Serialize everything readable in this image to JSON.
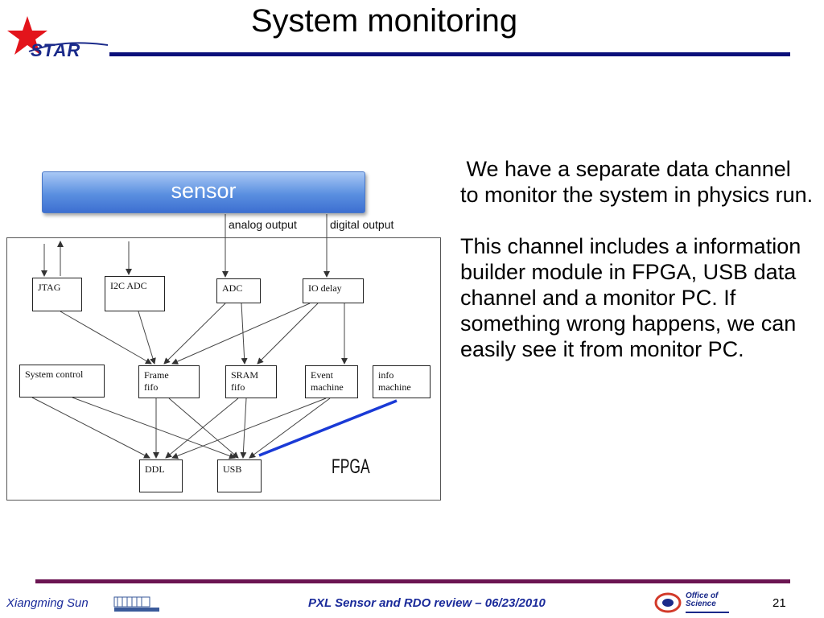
{
  "slide": {
    "title": "System monitoring",
    "logo_text": "STAR",
    "page_number": "21"
  },
  "diagram": {
    "sensor_label": "sensor",
    "analog_output": "analog output",
    "digital_output": "digital output",
    "fpga_label": "FPGA",
    "blocks": {
      "jtag": "JTAG",
      "i2c_adc": "I2C ADC",
      "adc": "ADC",
      "io_delay": "IO delay",
      "system_control": "System control",
      "frame_fifo_1": "Frame",
      "frame_fifo_2": "fifo",
      "sram_fifo_1": "SRAM",
      "sram_fifo_2": "fifo",
      "event_machine_1": "Event",
      "event_machine_2": "machine",
      "info_machine_1": "info",
      "info_machine_2": "machine",
      "ddl": "DDL",
      "usb": "USB"
    },
    "colors": {
      "sensor": "#5a8fe0",
      "highlight_wire": "#1a3ad6",
      "rule_top": "#0a0f7a",
      "rule_bottom": "#6b1552"
    }
  },
  "body": {
    "paragraph_1": " We have a separate data channel to monitor the system in physics run.",
    "paragraph_2": "This channel includes a information builder module in FPGA, USB data channel and a monitor PC. If something wrong happens, we can easily see it from monitor PC."
  },
  "footer": {
    "author": "Xiangming Sun",
    "conference": "PXL Sensor and RDO review – 06/23/2010",
    "doe_line_1": "Office of",
    "doe_line_2": "Science"
  }
}
